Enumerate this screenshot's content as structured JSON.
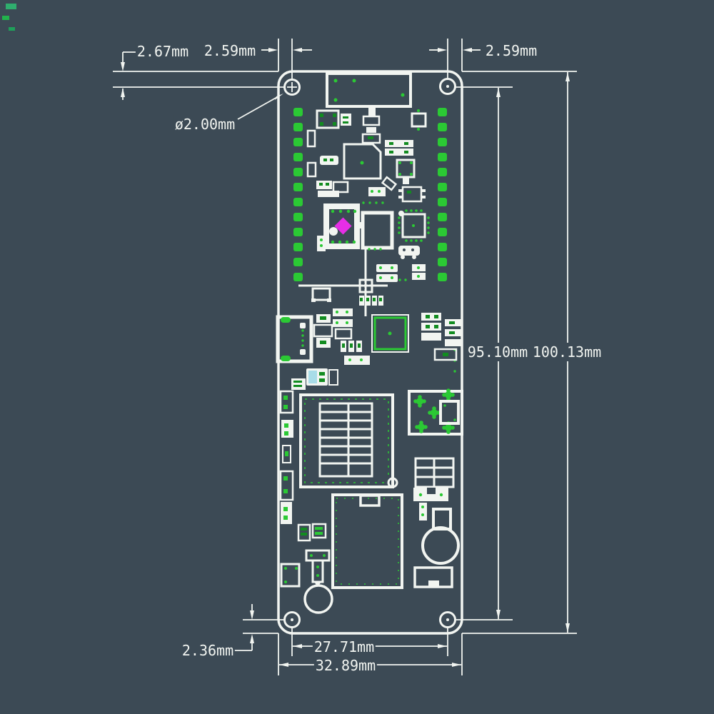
{
  "colors": {
    "background": "#3C4A55",
    "line": "#F2F5F1",
    "pad_green": "#2BC934",
    "pad_green_dark": "#128C20",
    "accent_magenta": "#E62EE6",
    "accent_cyan": "#A8DCE8"
  },
  "dimensions": {
    "top_edge_to_hole": "2.67mm",
    "left_edge_to_hole": "2.59mm",
    "right_edge_to_hole": "2.59mm",
    "hole_diameter": "ø2.00mm",
    "hole_span_height": "95.10mm",
    "board_height": "100.13mm",
    "bottom_edge_to_hole": "2.36mm",
    "hole_span_width": "27.71mm",
    "board_width": "32.89mm"
  }
}
